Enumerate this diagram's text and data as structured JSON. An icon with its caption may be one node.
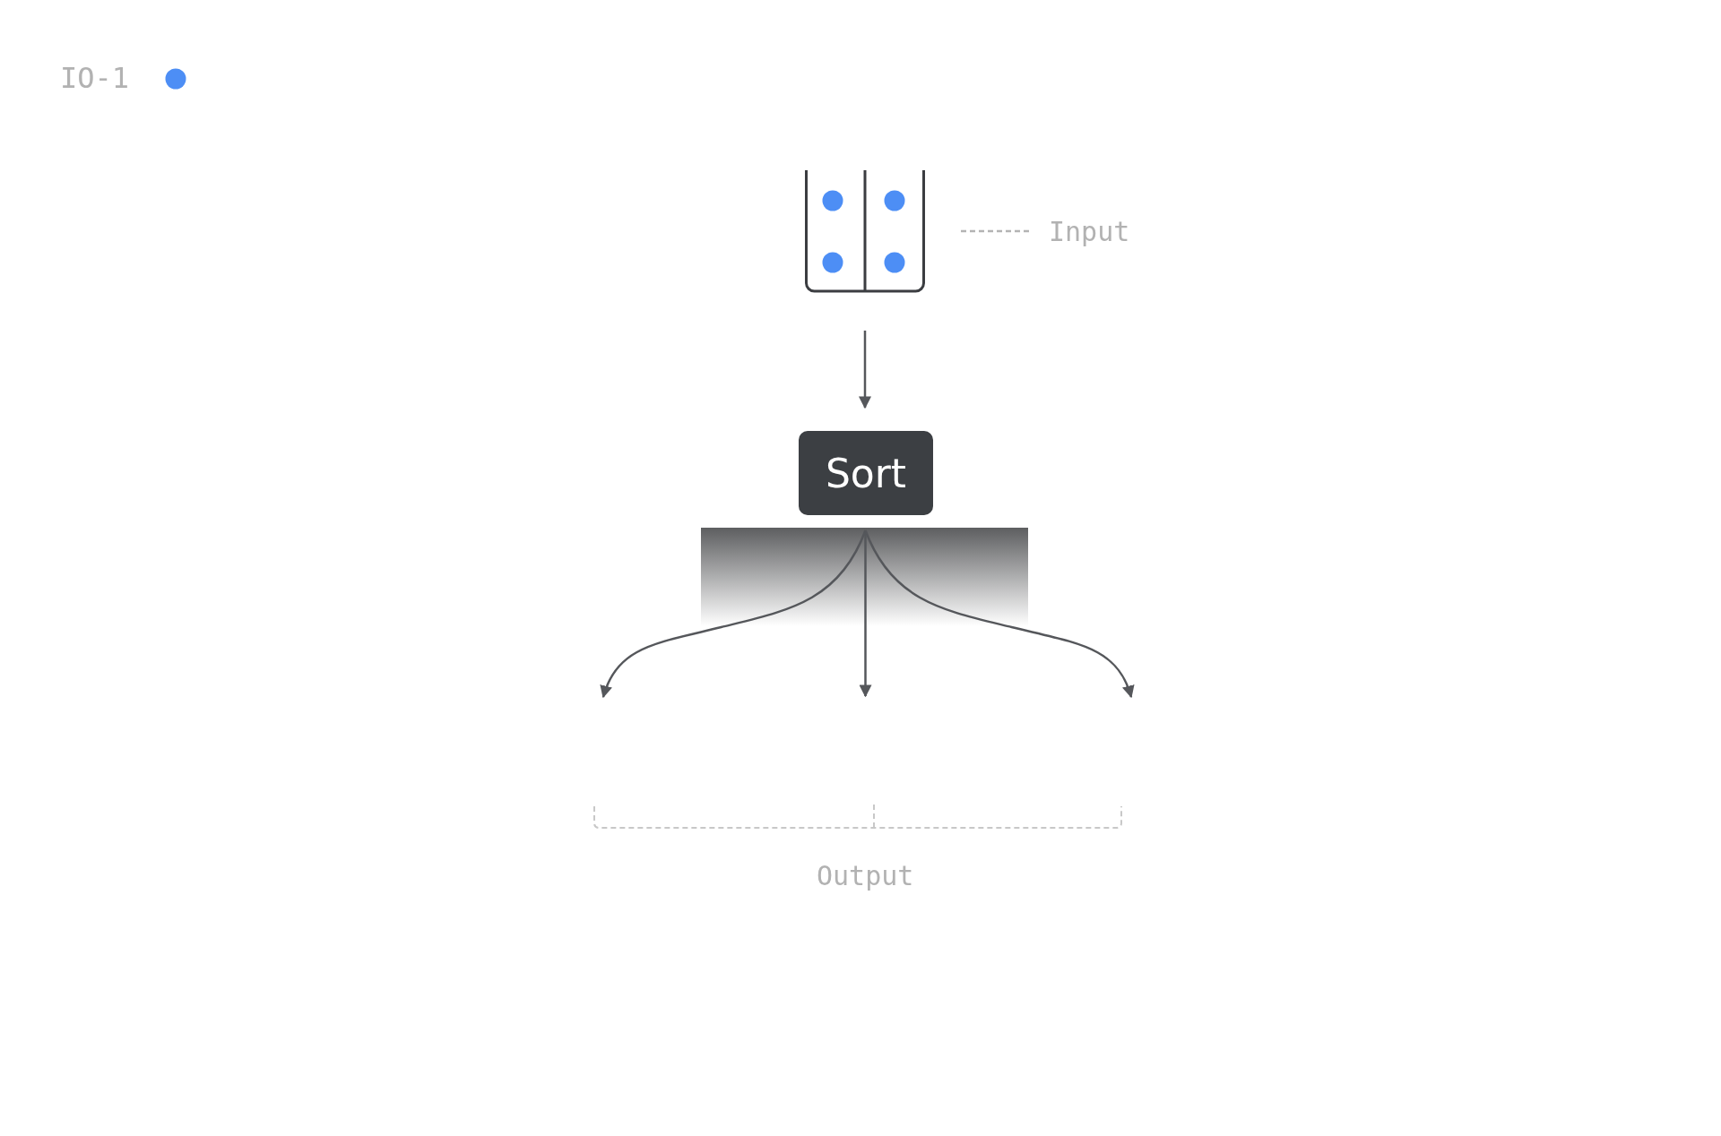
{
  "diagram": {
    "nodes": [
      {
        "text": [],
        "shape": "picture"
      },
      {
        "text": [
          "Input"
        ]
      },
      {
        "text": [
          "Sort"
        ]
      },
      {
        "text": [],
        "shape": "bar"
      }
    ],
    "edges": [
      {
        "from": 1,
        "to": 0,
        "arrow": "none",
        "style": "dashed",
        "color": "#b4b4b4"
      },
      {
        "from": 0,
        "to": 2,
        "arrow": "to"
      },
      {
        "from": 3,
        "to": null,
        "arrow": "to"
      },
      {
        "from": 3,
        "to": null,
        "arrow": "to"
      },
      {
        "from": 3,
        "to": null,
        "arrow": "to"
      }
    ],
    "labels": [
      "IO-1",
      "Output"
    ]
  }
}
